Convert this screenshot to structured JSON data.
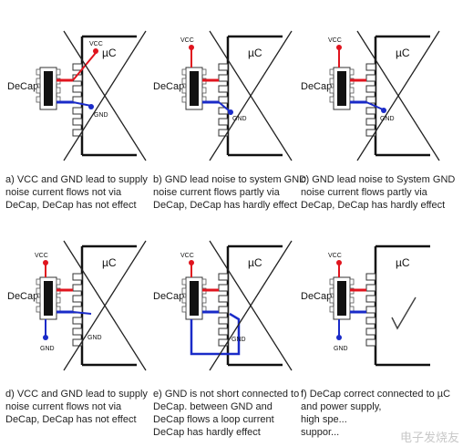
{
  "labels": {
    "vcc": "VCC",
    "gnd": "GND",
    "uc": "µC",
    "decap": "DeCap"
  },
  "panels": [
    {
      "id": "a",
      "caption": "a) VCC and GND lead to supply\n    noise current flows not via\n    DeCap, DeCap has not effect",
      "variant": "a",
      "crossed": true
    },
    {
      "id": "b",
      "caption": "b) GND lead noise to system GND\n    noise current flows partly via\n    DeCap, DeCap has hardly effect",
      "variant": "b",
      "crossed": true
    },
    {
      "id": "c",
      "caption": "c) GND lead noise to System GND\n    noise current flows partly via\n    DeCap, DeCap has hardly effect",
      "variant": "c",
      "crossed": true
    },
    {
      "id": "d",
      "caption": "d) VCC and GND lead to supply\n    noise current flows not via\n    DeCap, DeCap has not effect",
      "variant": "d",
      "crossed": true
    },
    {
      "id": "e",
      "caption": "e) GND is not short connected to\n    DeCap. between GND and\n    DeCap flows a loop current\n    DeCap has hardly effect",
      "variant": "e",
      "crossed": true
    },
    {
      "id": "f",
      "caption": "f) DeCap correct connected to µC\n    and power supply,\n    high spe...\n    suppor...",
      "variant": "f",
      "crossed": false
    }
  ],
  "watermark": "电子发烧友",
  "colors": {
    "vcc": "#e0141e",
    "gnd": "#1a2bc8",
    "chip": "#111111",
    "decap_body": "#111111"
  }
}
